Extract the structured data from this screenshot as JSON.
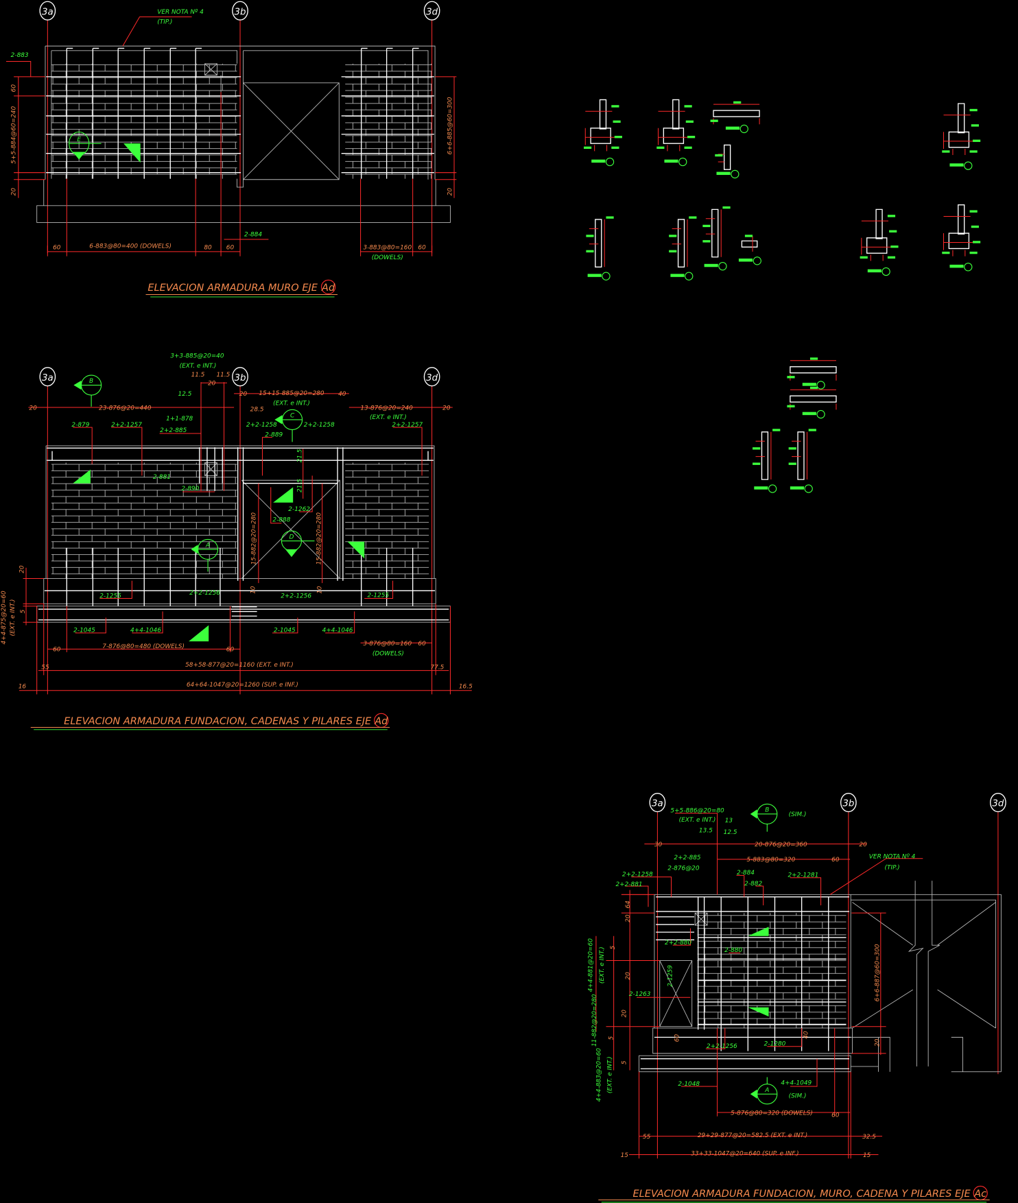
{
  "colors": {
    "background": "#000000",
    "dimension_lines": "#ff2a2a",
    "dimension_text": "#f58a4e",
    "rebar_labels": "#3cff3c",
    "geometry": "#ffffff",
    "masonry": "#b8b8b8"
  },
  "drawing_muro": {
    "title": "ELEVACION ARMADURA MURO EJE",
    "axis_tag": "Ad",
    "axes": [
      "3a",
      "3b",
      "3d"
    ],
    "section_mark": "E",
    "note": "VER NOTA Nº 4",
    "note_sub": "(TIP.)",
    "labels": [
      "2-883",
      "60",
      "5+5-884@60=240",
      "20",
      "6+6-885@60=300",
      "20",
      "60",
      "6-883@80=400 (DOWELS)",
      "80",
      "60",
      "2-884",
      "3-883@80=160",
      "60",
      "(DOWELS)"
    ]
  },
  "drawing_cadenas": {
    "title": "ELEVACION ARMADURA FUNDACION, CADENAS Y PILARES EJE",
    "axis_tag": "Ad",
    "axes": [
      "3a",
      "3b",
      "3d"
    ],
    "section_marks": [
      "B",
      "C",
      "A",
      "D"
    ],
    "labels": [
      "3+3-885@20=40",
      "(EXT. e INT.)",
      "11.5",
      "11.5",
      "20",
      "12.5",
      "20",
      "23-876@20=440",
      "20",
      "15+15-885@20=280",
      "40",
      "(EXT. e INT.)",
      "28.5",
      "13-876@20=240",
      "(EXT. e INT.)",
      "20",
      "1+1-878",
      "2-879",
      "2+2-1257",
      "2+2-885",
      "2+2-1258",
      "2+2-1258",
      "2-889",
      "2+2-1257",
      "2-881",
      "2-890",
      "21.5",
      "21.5",
      "2-1262",
      "2-888",
      "15-882@20=280",
      "15-882@20=280",
      "20",
      "4+4-875@20=60",
      "(EXT. e INT.)",
      "5",
      "2-1255",
      "2+2-1256",
      "10",
      "2+2-1256",
      "10",
      "2-1255",
      "2-1045",
      "4+4-1046",
      "2-1045",
      "4+4-1046",
      "60",
      "7-876@80=480 (DOWELS)",
      "60",
      "3-876@80=160",
      "60",
      "(DOWELS)",
      "55",
      "58+58-877@20=1160 (EXT. e INT.)",
      "77.5",
      "16",
      "64+64-1047@20=1260 (SUP. e INF.)",
      "16.5"
    ]
  },
  "drawing_muro_ac": {
    "title": "ELEVACION ARMADURA FUNDACION, MURO, CADENA Y PILARES EJE",
    "axis_tag": "Ac",
    "axes": [
      "3a",
      "3b",
      "3d"
    ],
    "section_marks": [
      "B",
      "A"
    ],
    "sim": "(SIM.)",
    "note": "VER NOTA Nº 4",
    "note_sub": "(TIP.)",
    "labels": [
      "5+5-886@20=80",
      "(EXT. e INT.)",
      "13",
      "13.5",
      "12.5",
      "30",
      "20-876@20=360",
      "20",
      "2+2-885",
      "5-883@80=320",
      "60",
      "2-876@20",
      "2+2-1258",
      "2-884",
      "2+2-1281",
      "2+2-881",
      "2-882",
      "64",
      "20",
      "2+2-880",
      "2-880",
      "5",
      "4+4-881@20=60",
      "(EXT. e INT.)",
      "20",
      "2-1259",
      "2-1263",
      "11-882@20=280",
      "20",
      "5",
      "60",
      "2+2-1256",
      "2-1280",
      "40",
      "5",
      "4+4-883@20=60",
      "(EXT. e INT.)",
      "2-1048",
      "4+4-1049",
      "5-876@80=320 (DOWELS)",
      "60",
      "55",
      "29+29-877@20=582.5 (EXT. e INT.)",
      "32.5",
      "15",
      "33+33-1047@20=640 (SUP. e INF.)",
      "15",
      "6+6-887@60=300",
      "20"
    ]
  }
}
